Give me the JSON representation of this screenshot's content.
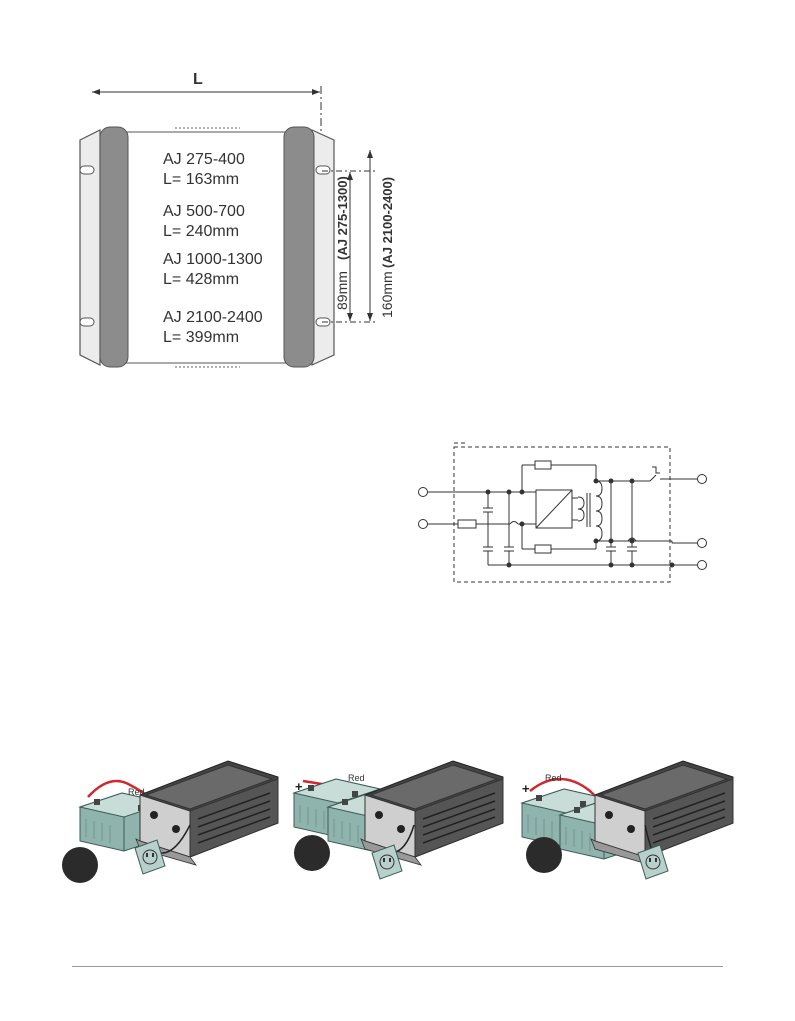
{
  "dimension_drawing": {
    "length_label": "L",
    "models": [
      {
        "model": "AJ 275-400",
        "length": "L= 163mm"
      },
      {
        "model": "AJ 500-700",
        "length": "L= 240mm"
      },
      {
        "model": "AJ 1000-1300",
        "length": "L= 428mm"
      },
      {
        "model": "AJ 2100-2400",
        "length": "L= 399mm"
      }
    ],
    "hole_spacing_small": {
      "value": "89mm",
      "models": "AJ 275-1300"
    },
    "hole_spacing_large": {
      "value": "160mm",
      "models": "AJ 2100-2400"
    }
  },
  "installation": {
    "wire_label": "Red",
    "positive_symbol": "+"
  },
  "colors": {
    "line": "#333333",
    "housing_gray": "#8c8c8c",
    "battery_teal": "#8fb3ad",
    "wire_red": "#d0282d",
    "badge": "#2b2b2b"
  }
}
